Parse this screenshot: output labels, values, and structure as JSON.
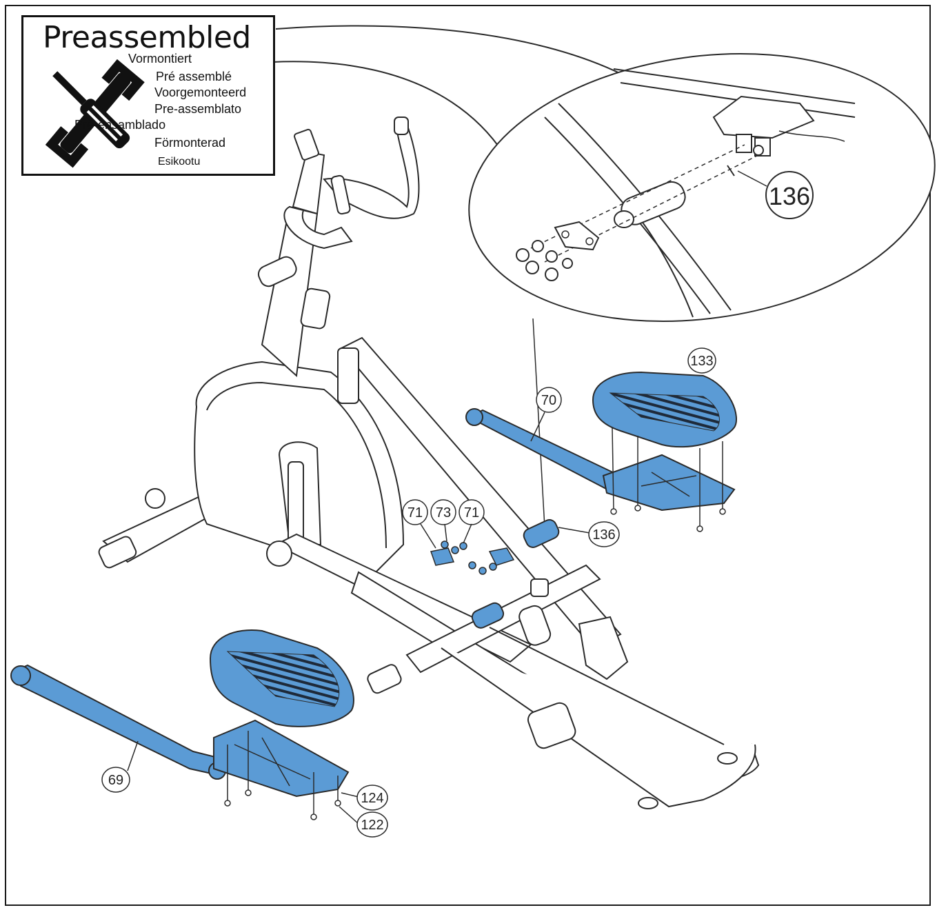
{
  "legend": {
    "title": "Preassembled",
    "languages": [
      "Vormontiert",
      "Pré assemblé",
      "Voorgemonteerd",
      "Pre-assemblato",
      "Pre-ensamblado",
      "Förmonterad",
      "Esikootu"
    ],
    "icon": "wrench-screwdriver-icon"
  },
  "callouts": {
    "c136_detail": "136",
    "c133": "133",
    "c70": "70",
    "c71_left": "71",
    "c73": "73",
    "c71_right": "71",
    "c136": "136",
    "c69": "69",
    "c124": "124",
    "c122": "122"
  },
  "colors": {
    "highlight": "#5b9bd5",
    "line": "#2a2a2a",
    "frame": "#1a1a1a"
  }
}
